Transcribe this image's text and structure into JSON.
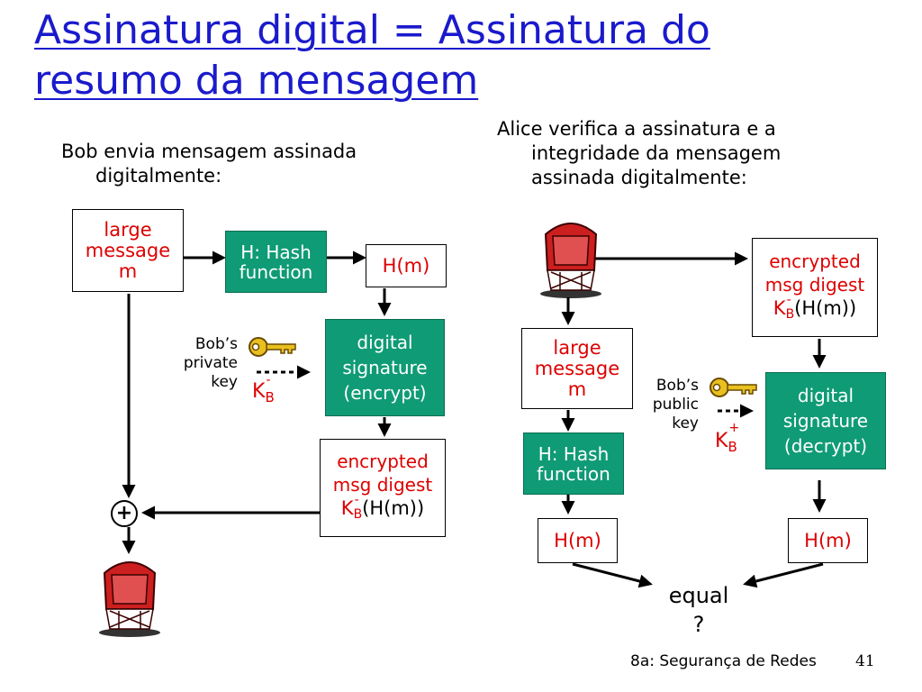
{
  "title": {
    "line1": "Assinatura digital = Assinatura do",
    "line2": "resumo da mensagem"
  },
  "left": {
    "heading_line1": "Bob envia mensagem assinada",
    "heading_line2": "digitalmente:",
    "message_box": [
      "large",
      "message",
      "m"
    ],
    "hash_box": [
      "H: Hash",
      "function"
    ],
    "hm": "H(m)",
    "sig_box": [
      "digital",
      "signature",
      "(encrypt)"
    ],
    "key_label": [
      "Bob’s",
      "private",
      "key"
    ],
    "key_symbol": "K",
    "key_sub": "B",
    "key_sup": "-",
    "enc_box": [
      "encrypted",
      "msg digest"
    ],
    "enc_k": "K",
    "enc_sub": "B",
    "enc_sup": "-",
    "enc_tail": "(H(m))",
    "plus": "+"
  },
  "right": {
    "heading_line1": "Alice verifica a assinatura e a",
    "heading_line2": "integridade da mensagem",
    "heading_line3": "assinada digitalmente:",
    "enc_box": [
      "encrypted",
      "msg digest"
    ],
    "enc_k": "K",
    "enc_sub": "B",
    "enc_sup": "-",
    "enc_tail": "(H(m))",
    "message_box": [
      "large",
      "message",
      "m"
    ],
    "key_label": [
      "Bob’s",
      "public",
      "key"
    ],
    "key_symbol": "K",
    "key_sub": "B",
    "key_sup": "+",
    "sig_box": [
      "digital",
      "signature",
      "(decrypt)"
    ],
    "hash_box": [
      "H: Hash",
      "function"
    ],
    "hm_left": "H(m)",
    "hm_right": "H(m)",
    "equal_line1": "equal",
    "equal_line2": "?"
  },
  "footer": {
    "text": "8a: Segurança de Redes",
    "page": "41"
  },
  "colors": {
    "title": "#1a1acc",
    "green_box": "#0f9b75",
    "red_text": "#dd0000",
    "mailbox": "#cc1f1f",
    "key": "#e8c020"
  },
  "icons": [
    "mailbox-icon",
    "key-icon"
  ]
}
